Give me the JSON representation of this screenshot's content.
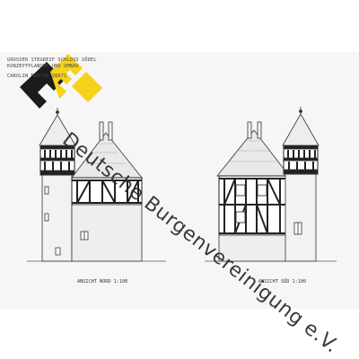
{
  "header": {
    "title_line1": "GROSSER STEGREIF   SCHLOSS SÖDEL",
    "title_line2": "KONZEPTPLANUNG UND UMBAU",
    "author": "CAROLIN MARTIN 28671"
  },
  "views": [
    {
      "caption": "ANSICHT NORD    1:100"
    },
    {
      "caption": "ANSICHT SÜD    1:100"
    }
  ],
  "watermark": {
    "text": "Deutsche Burgenvereinigung e.V."
  },
  "logo": {
    "colors": {
      "dark": "#1c1c1c",
      "accent": "#f6d21a"
    }
  }
}
